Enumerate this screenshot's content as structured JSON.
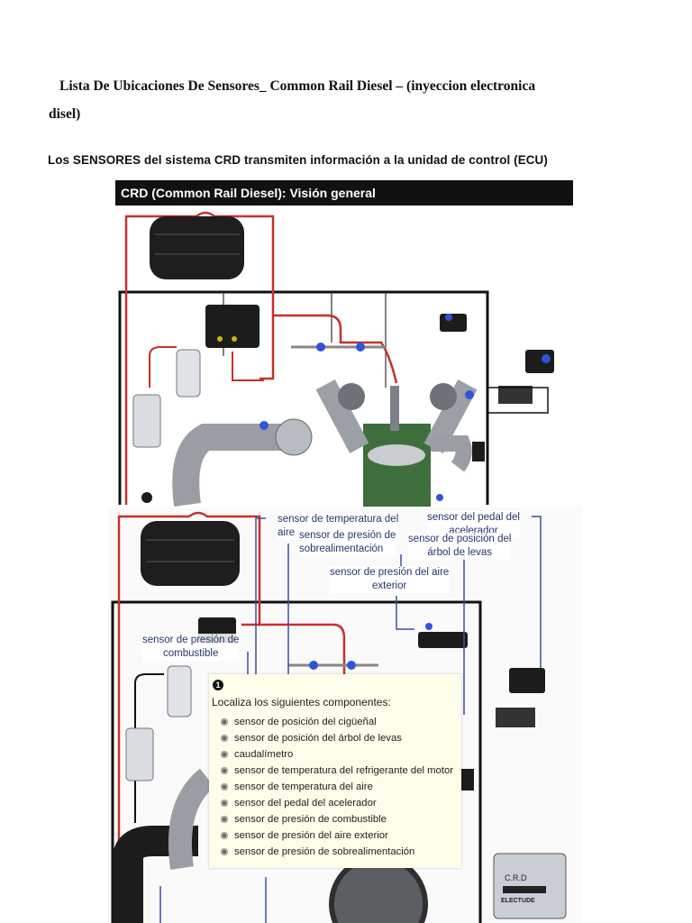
{
  "document": {
    "title_line1": "Lista  De Ubicaciones De Sensores_ Common Rail Diesel – (inyeccion electronica",
    "title_line2": "disel)",
    "subtitle": "Los SENSORES del sistema CRD transmiten información a la unidad de control (ECU)"
  },
  "figure1": {
    "header": "CRD (Common Rail Diesel): Visión general"
  },
  "figure2": {
    "labels": {
      "temp_aire": "sensor de temperatura del\naire",
      "presion_sobre": "sensor de presión de\nsobrealimentación",
      "pedal": "sensor del pedal del\nacelerador",
      "arbol_levas": "sensor de posición del\nárbol de levas",
      "presion_aire_ext": "sensor de presión del aire\nexterior",
      "presion_combustible": "sensor de presión de\ncombustible"
    },
    "ecu_label": "C.R.D",
    "ecu_brand": "ELECTUDE",
    "panel": {
      "number": "1",
      "intro": "Localiza los siguientes componentes:",
      "items": [
        "sensor de posición del cigüeñal",
        "sensor de posición del árbol de levas",
        "caudalímetro",
        "sensor de temperatura del refrigerante del motor",
        "sensor de temperatura del aire",
        "sensor del pedal del acelerador",
        "sensor de presión de combustible",
        "sensor de presión del aire exterior",
        "sensor de presión de sobrealimentación"
      ]
    }
  },
  "colors": {
    "fuel_line": "#c8302a",
    "leader_line": "#3b4fa0",
    "panel_bg": "#fdfde9"
  }
}
